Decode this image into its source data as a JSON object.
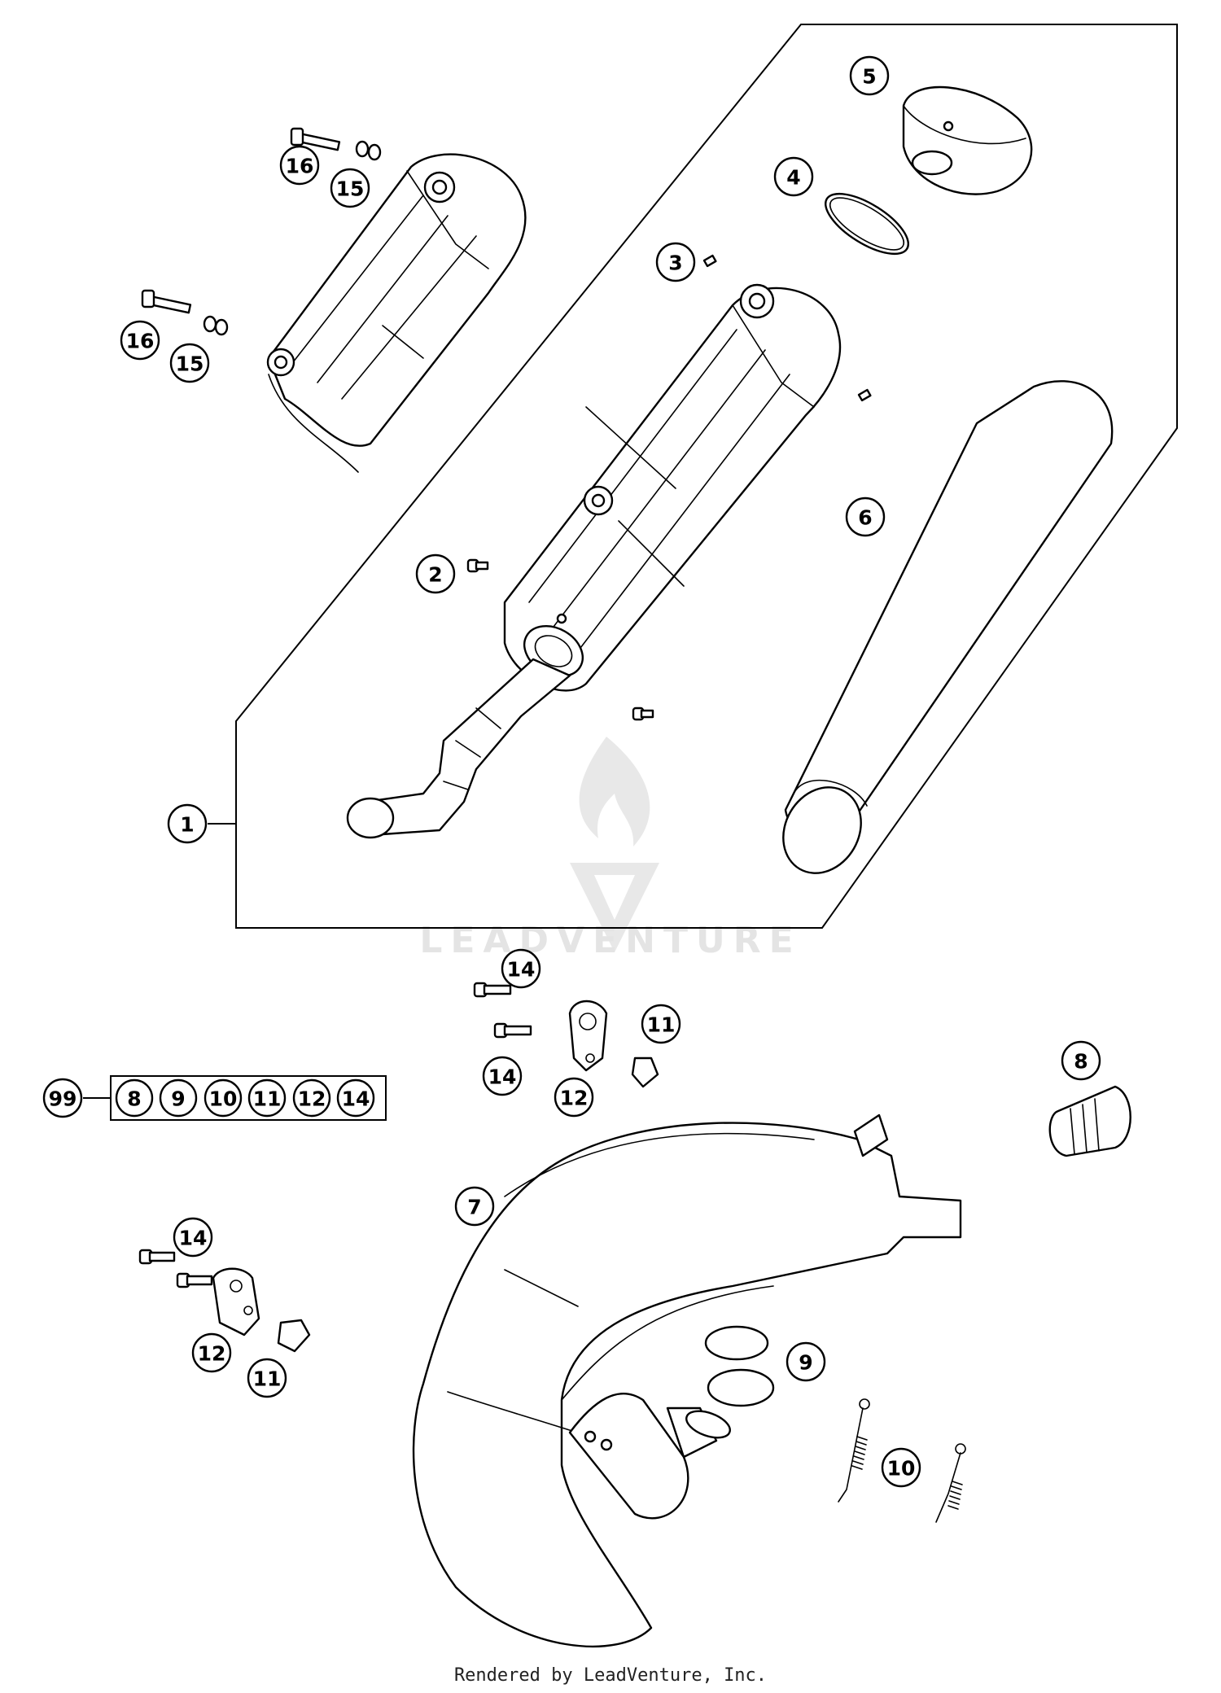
{
  "watermark": {
    "text": "LEADVENTURE"
  },
  "callouts": {
    "c1": "1",
    "c2": "2",
    "c3": "3",
    "c4": "4",
    "c5": "5",
    "c6": "6",
    "c7": "7",
    "c8": "8",
    "c9": "9",
    "c10": "10",
    "c11a": "11",
    "c11b": "11",
    "c12a": "12",
    "c12b": "12",
    "c14a": "14",
    "c14b": "14",
    "c14c": "14",
    "c15a": "15",
    "c15b": "15",
    "c16a": "16",
    "c16b": "16"
  },
  "kit": {
    "number": "99",
    "items": [
      "8",
      "9",
      "10",
      "11",
      "12",
      "14"
    ]
  },
  "footer": {
    "text": "Rendered by LeadVenture, Inc."
  },
  "colors": {
    "line": "#000000",
    "background": "#ffffff",
    "watermark": "#e2e2e2"
  }
}
